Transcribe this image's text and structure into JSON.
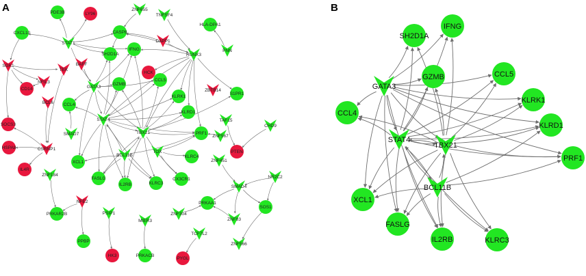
{
  "panels": {
    "a": {
      "letter": "A"
    },
    "b": {
      "letter": "B"
    }
  },
  "colors": {
    "green": "#22e622",
    "red": "#e8173d",
    "edge": "#6d6d6d"
  },
  "network_a": {
    "nodes": [
      {
        "id": "PDE3B",
        "shape": "circle",
        "color": "green"
      },
      {
        "id": "LY96",
        "shape": "circle",
        "color": "red"
      },
      {
        "id": "ZNF655",
        "shape": "v",
        "color": "green"
      },
      {
        "id": "TNFSF4",
        "shape": "v",
        "color": "green"
      },
      {
        "id": "HLA-DPA1",
        "shape": "circle",
        "color": "green"
      },
      {
        "id": "CXCL10",
        "shape": "circle",
        "color": "green"
      },
      {
        "id": "STAT1",
        "shape": "v",
        "color": "green"
      },
      {
        "id": "CASP8",
        "shape": "circle",
        "color": "green"
      },
      {
        "id": "DAPP1",
        "shape": "v",
        "color": "red"
      },
      {
        "id": "RUNX3",
        "shape": "v",
        "color": "green"
      },
      {
        "id": "PNN",
        "shape": "v",
        "color": "green"
      },
      {
        "id": "SGK1",
        "shape": "v",
        "color": "red"
      },
      {
        "id": "BAFF",
        "shape": "v",
        "color": "red"
      },
      {
        "id": "TEK",
        "shape": "v",
        "color": "red"
      },
      {
        "id": "SH2D1A",
        "shape": "circle",
        "color": "green"
      },
      {
        "id": "IFNG",
        "shape": "circle",
        "color": "green"
      },
      {
        "id": "HCK",
        "shape": "circle",
        "color": "red"
      },
      {
        "id": "NFIL3",
        "shape": "v",
        "color": "red"
      },
      {
        "id": "GATA3",
        "shape": "v",
        "color": "green"
      },
      {
        "id": "GZMB",
        "shape": "circle",
        "color": "green"
      },
      {
        "id": "CCL5",
        "shape": "circle",
        "color": "green"
      },
      {
        "id": "ZBTB14",
        "shape": "v",
        "color": "red"
      },
      {
        "id": "S1PR1",
        "shape": "circle",
        "color": "green"
      },
      {
        "id": "CD14",
        "shape": "circle",
        "color": "red"
      },
      {
        "id": "BCL6",
        "shape": "v",
        "color": "red"
      },
      {
        "id": "KLRK1",
        "shape": "circle",
        "color": "green"
      },
      {
        "id": "KLRD1",
        "shape": "circle",
        "color": "green"
      },
      {
        "id": "CCL4",
        "shape": "circle",
        "color": "green"
      },
      {
        "id": "TAF15",
        "shape": "v",
        "color": "green"
      },
      {
        "id": "CHD9",
        "shape": "v",
        "color": "green"
      },
      {
        "id": "SOCS3",
        "shape": "circle",
        "color": "red"
      },
      {
        "id": "STAT4",
        "shape": "v",
        "color": "green"
      },
      {
        "id": "TBX21",
        "shape": "v",
        "color": "green"
      },
      {
        "id": "PRF1",
        "shape": "circle",
        "color": "green"
      },
      {
        "id": "ZNF567",
        "shape": "v",
        "color": "green"
      },
      {
        "id": "SMAD7",
        "shape": "v",
        "color": "green"
      },
      {
        "id": "HSPA8",
        "shape": "circle",
        "color": "red"
      },
      {
        "id": "CSRNP1",
        "shape": "v",
        "color": "red"
      },
      {
        "id": "BCL11B",
        "shape": "v",
        "color": "green"
      },
      {
        "id": "TOX",
        "shape": "v",
        "color": "green"
      },
      {
        "id": "KLRC4",
        "shape": "circle",
        "color": "green"
      },
      {
        "id": "PTEN",
        "shape": "circle",
        "color": "red"
      },
      {
        "id": "IL4R",
        "shape": "circle",
        "color": "red"
      },
      {
        "id": "XCL1",
        "shape": "circle",
        "color": "green"
      },
      {
        "id": "ZNF451",
        "shape": "v",
        "color": "green"
      },
      {
        "id": "ZNF184",
        "shape": "v",
        "color": "green"
      },
      {
        "id": "FASLG",
        "shape": "circle",
        "color": "green"
      },
      {
        "id": "IL2RB",
        "shape": "circle",
        "color": "green"
      },
      {
        "id": "KLRC3",
        "shape": "circle",
        "color": "green"
      },
      {
        "id": "CX3CR1",
        "shape": "circle",
        "color": "green"
      },
      {
        "id": "SMAD4",
        "shape": "v",
        "color": "green"
      },
      {
        "id": "NR2C2",
        "shape": "v",
        "color": "green"
      },
      {
        "id": "NFE2",
        "shape": "v",
        "color": "red"
      },
      {
        "id": "PRKAA1",
        "shape": "circle",
        "color": "green"
      },
      {
        "id": "PRKAR2B",
        "shape": "circle",
        "color": "green"
      },
      {
        "id": "PSIP1",
        "shape": "v",
        "color": "green"
      },
      {
        "id": "MIER3",
        "shape": "v",
        "color": "green"
      },
      {
        "id": "ZNF304",
        "shape": "v",
        "color": "green"
      },
      {
        "id": "ZNF83",
        "shape": "v",
        "color": "green"
      },
      {
        "id": "SOS1",
        "shape": "circle",
        "color": "green"
      },
      {
        "id": "TCF7L2",
        "shape": "v",
        "color": "green"
      },
      {
        "id": "ZNF566",
        "shape": "v",
        "color": "green"
      },
      {
        "id": "PPBP",
        "shape": "circle",
        "color": "green"
      },
      {
        "id": "HK3",
        "shape": "circle",
        "color": "red"
      },
      {
        "id": "PRKACB",
        "shape": "circle",
        "color": "green"
      },
      {
        "id": "PYGL",
        "shape": "circle",
        "color": "red"
      }
    ],
    "edges": [
      [
        "STAT1",
        "CXCL10"
      ],
      [
        "STAT1",
        "CASP8"
      ],
      [
        "STAT1",
        "PDE3B"
      ],
      [
        "STAT1",
        "LY96"
      ],
      [
        "STAT1",
        "SH2D1A"
      ],
      [
        "STAT1",
        "IFNG"
      ],
      [
        "STAT1",
        "GATA3"
      ],
      [
        "RUNX3",
        "STAT4"
      ],
      [
        "RUNX3",
        "TBX21"
      ],
      [
        "RUNX3",
        "KLRK1"
      ],
      [
        "RUNX3",
        "S1PR1"
      ],
      [
        "RUNX3",
        "HCK"
      ],
      [
        "RUNX3",
        "IFNG"
      ],
      [
        "RUNX3",
        "CASP8"
      ],
      [
        "RUNX3",
        "PRF1"
      ],
      [
        "RUNX3",
        "KLRD1"
      ],
      [
        "DAPP1",
        "RUNX3"
      ],
      [
        "DAPP1",
        "CASP8"
      ],
      [
        "ZNF655",
        "CASP8"
      ],
      [
        "TNFSF4",
        "RUNX3"
      ],
      [
        "PNN",
        "HLA-DPA1"
      ],
      [
        "SGK1",
        "SOCS3"
      ],
      [
        "SGK1",
        "NFIL3"
      ],
      [
        "SGK1",
        "CD14"
      ],
      [
        "SGK1",
        "TEK"
      ],
      [
        "BAFF",
        "GATA3"
      ],
      [
        "NFIL3",
        "CD14"
      ],
      [
        "BCL6",
        "CSRNP1"
      ],
      [
        "TEK",
        "CSRNP1"
      ],
      [
        "CSRNP1",
        "IL4R"
      ],
      [
        "CSRNP1",
        "HSPA8"
      ],
      [
        "CSRNP1",
        "SOCS3"
      ],
      [
        "GATA3",
        "STAT4"
      ],
      [
        "GATA3",
        "TBX21"
      ],
      [
        "GATA3",
        "GZMB"
      ],
      [
        "GATA3",
        "SH2D1A"
      ],
      [
        "GATA3",
        "CCL4"
      ],
      [
        "GATA3",
        "CCL5"
      ],
      [
        "GATA3",
        "XCL1"
      ],
      [
        "GATA3",
        "IFNG"
      ],
      [
        "STAT4",
        "TBX21"
      ],
      [
        "STAT4",
        "CCL4"
      ],
      [
        "STAT4",
        "GZMB"
      ],
      [
        "STAT4",
        "PRF1"
      ],
      [
        "STAT4",
        "KLRD1"
      ],
      [
        "STAT4",
        "KLRK1"
      ],
      [
        "STAT4",
        "XCL1"
      ],
      [
        "STAT4",
        "FASLG"
      ],
      [
        "STAT4",
        "IL2RB"
      ],
      [
        "STAT4",
        "KLRC3"
      ],
      [
        "STAT4",
        "SH2D1A"
      ],
      [
        "STAT4",
        "IFNG"
      ],
      [
        "STAT4",
        "CCL5"
      ],
      [
        "TBX21",
        "PRF1"
      ],
      [
        "TBX21",
        "KLRD1"
      ],
      [
        "TBX21",
        "KLRK1"
      ],
      [
        "TBX21",
        "IL2RB"
      ],
      [
        "TBX21",
        "KLRC3"
      ],
      [
        "TBX21",
        "FASLG"
      ],
      [
        "TBX21",
        "GZMB"
      ],
      [
        "TBX21",
        "CCL5"
      ],
      [
        "TBX21",
        "IFNG"
      ],
      [
        "TBX21",
        "S1PR1"
      ],
      [
        "TBX21",
        "CX3CR1"
      ],
      [
        "BCL11B",
        "IL2RB"
      ],
      [
        "BCL11B",
        "KLRC3"
      ],
      [
        "BCL11B",
        "FASLG"
      ],
      [
        "BCL11B",
        "XCL1"
      ],
      [
        "BCL11B",
        "PRF1"
      ],
      [
        "BCL11B",
        "TBX21"
      ],
      [
        "BCL11B",
        "STAT4"
      ],
      [
        "TOX",
        "KLRC4"
      ],
      [
        "TOX",
        "CX3CR1"
      ],
      [
        "TOX",
        "PRF1"
      ],
      [
        "ZNF567",
        "PRF1"
      ],
      [
        "TAF15",
        "PTEN"
      ],
      [
        "CHD9",
        "PTEN"
      ],
      [
        "ZNF451",
        "SMAD4"
      ],
      [
        "SMAD4",
        "PRKAA1"
      ],
      [
        "SMAD4",
        "SOS1"
      ],
      [
        "SMAD4",
        "ZNF83"
      ],
      [
        "NR2C2",
        "SOS1"
      ],
      [
        "NR2C2",
        "SMAD4"
      ],
      [
        "SOS1",
        "ZNF566"
      ],
      [
        "ZNF83",
        "PRKAA1"
      ],
      [
        "ZNF304",
        "PRKAA1"
      ],
      [
        "ZNF184",
        "PRKAR2B"
      ],
      [
        "NFE2",
        "PRKAR2B"
      ],
      [
        "NFE2",
        "PPBP"
      ],
      [
        "PSIP1",
        "HK3"
      ],
      [
        "MIER3",
        "PRKACB"
      ],
      [
        "TCF7L2",
        "PYGL"
      ],
      [
        "SMAD7",
        "CCL4"
      ],
      [
        "CXCL10",
        "SGK1"
      ],
      [
        "CASP8",
        "SH2D1A"
      ]
    ]
  },
  "network_b": {
    "nodes": [
      {
        "id": "SH2D1A",
        "shape": "circle"
      },
      {
        "id": "IFNG",
        "shape": "circle"
      },
      {
        "id": "GATA3",
        "shape": "v"
      },
      {
        "id": "GZMB",
        "shape": "circle"
      },
      {
        "id": "CCL5",
        "shape": "circle"
      },
      {
        "id": "KLRK1",
        "shape": "circle"
      },
      {
        "id": "CCL4",
        "shape": "circle"
      },
      {
        "id": "STAT4",
        "shape": "v"
      },
      {
        "id": "TBX21",
        "shape": "v"
      },
      {
        "id": "KLRD1",
        "shape": "circle"
      },
      {
        "id": "PRF1",
        "shape": "circle"
      },
      {
        "id": "BCL11B",
        "shape": "v"
      },
      {
        "id": "XCL1",
        "shape": "circle"
      },
      {
        "id": "FASLG",
        "shape": "circle"
      },
      {
        "id": "IL2RB",
        "shape": "circle"
      },
      {
        "id": "KLRC3",
        "shape": "circle"
      }
    ],
    "edges": [
      [
        "GATA3",
        "SH2D1A"
      ],
      [
        "GATA3",
        "IFNG"
      ],
      [
        "GATA3",
        "GZMB"
      ],
      [
        "GATA3",
        "CCL5"
      ],
      [
        "GATA3",
        "CCL4"
      ],
      [
        "GATA3",
        "STAT4"
      ],
      [
        "GATA3",
        "TBX21"
      ],
      [
        "GATA3",
        "KLRD1"
      ],
      [
        "GATA3",
        "KLRK1"
      ],
      [
        "GATA3",
        "XCL1"
      ],
      [
        "GATA3",
        "FASLG"
      ],
      [
        "GATA3",
        "IL2RB"
      ],
      [
        "GATA3",
        "PRF1"
      ],
      [
        "STAT4",
        "SH2D1A"
      ],
      [
        "STAT4",
        "IFNG"
      ],
      [
        "STAT4",
        "GZMB"
      ],
      [
        "STAT4",
        "CCL5"
      ],
      [
        "STAT4",
        "KLRK1"
      ],
      [
        "STAT4",
        "KLRD1"
      ],
      [
        "STAT4",
        "PRF1"
      ],
      [
        "STAT4",
        "CCL4"
      ],
      [
        "STAT4",
        "XCL1"
      ],
      [
        "STAT4",
        "FASLG"
      ],
      [
        "STAT4",
        "IL2RB"
      ],
      [
        "STAT4",
        "KLRC3"
      ],
      [
        "STAT4",
        "TBX21"
      ],
      [
        "STAT4",
        "BCL11B"
      ],
      [
        "TBX21",
        "SH2D1A"
      ],
      [
        "TBX21",
        "IFNG"
      ],
      [
        "TBX21",
        "GZMB"
      ],
      [
        "TBX21",
        "CCL5"
      ],
      [
        "TBX21",
        "KLRK1"
      ],
      [
        "TBX21",
        "KLRD1"
      ],
      [
        "TBX21",
        "PRF1"
      ],
      [
        "TBX21",
        "CCL4"
      ],
      [
        "TBX21",
        "XCL1"
      ],
      [
        "TBX21",
        "FASLG"
      ],
      [
        "TBX21",
        "IL2RB"
      ],
      [
        "TBX21",
        "KLRC3"
      ],
      [
        "TBX21",
        "STAT4"
      ],
      [
        "BCL11B",
        "PRF1"
      ],
      [
        "BCL11B",
        "IL2RB"
      ],
      [
        "BCL11B",
        "KLRC3"
      ],
      [
        "BCL11B",
        "FASLG"
      ],
      [
        "BCL11B",
        "XCL1"
      ],
      [
        "BCL11B",
        "TBX21"
      ],
      [
        "BCL11B",
        "STAT4"
      ],
      [
        "BCL11B",
        "KLRD1"
      ]
    ]
  }
}
